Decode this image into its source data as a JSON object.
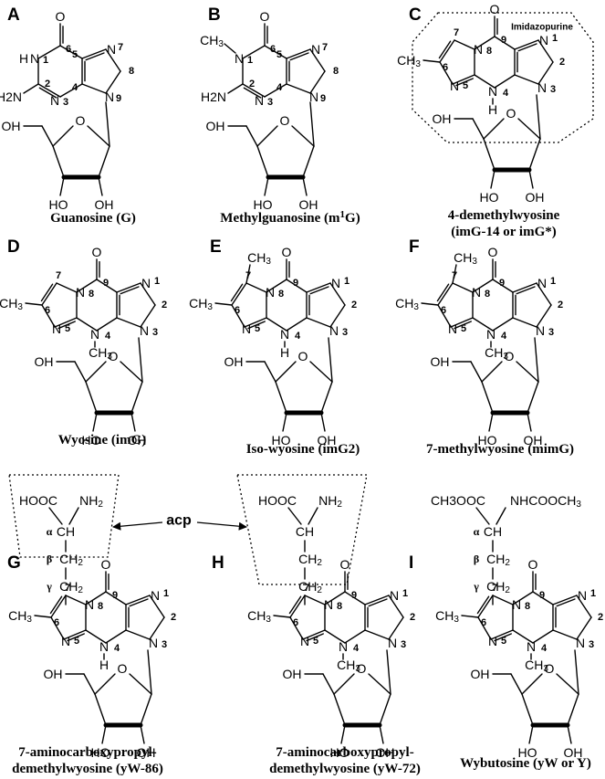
{
  "panels": [
    {
      "letter": "A",
      "caption": [
        "Guanosine (G)"
      ]
    },
    {
      "letter": "B",
      "caption": [
        "Methylguanosine (m",
        "1",
        "G)"
      ]
    },
    {
      "letter": "C",
      "caption": [
        "4-demethylwyosine",
        "(imG-14 or imG*)"
      ]
    },
    {
      "letter": "D",
      "caption": [
        "Wyosine (imG)"
      ]
    },
    {
      "letter": "E",
      "caption": [
        "Iso-wyosine (imG2)"
      ]
    },
    {
      "letter": "F",
      "caption": [
        "7-methylwyosine (mimG)"
      ]
    },
    {
      "letter": "G",
      "caption": [
        "7-aminocarboxypropyl-",
        "demethylwyosine (yW-86)"
      ]
    },
    {
      "letter": "H",
      "caption": [
        "7-aminocarboxypropyl-",
        "demethylwyosine (yW-72)"
      ]
    },
    {
      "letter": "I",
      "caption": [
        "Wybutosine (yW or Y)"
      ]
    }
  ],
  "annotations": {
    "imidazopurine": "Imidazopurine",
    "acp": "acp"
  },
  "atoms": {
    "O": "O",
    "OH": "OH",
    "HO": "HO",
    "N": "N",
    "H": "H",
    "H2N": "H2N",
    "CH3": "CH3",
    "NH2": "NH2",
    "CH": "CH",
    "CH2": "CH2",
    "HOOC": "HOOC",
    "CH3OOC": "CH3OOC",
    "NHCOOCH3": "NHCOOCH3"
  },
  "greek": {
    "alpha": "α",
    "beta": "β",
    "gamma": "γ"
  },
  "numbers": [
    "1",
    "2",
    "3",
    "4",
    "5",
    "6",
    "7",
    "8",
    "9"
  ],
  "colors": {
    "ink": "#000000",
    "background": "#ffffff"
  }
}
